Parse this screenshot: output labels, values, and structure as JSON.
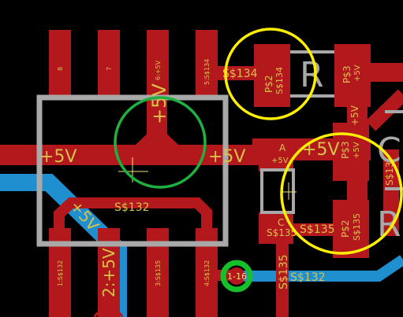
{
  "colors": {
    "background": "#000000",
    "top_copper": "#b3191c",
    "bottom_copper": "#1f8fd0",
    "silkscreen": "#a9a9a9",
    "label": "#d8c24a",
    "highlight_yellow": "#ffee00",
    "highlight_green": "#1fb040",
    "via_green": "#16c02a",
    "crosshair": "#f2e27a"
  },
  "nets": {
    "plus5v_left": "+5V",
    "plus5v_right": "+5V",
    "plus5v_vertical": "+5V",
    "plus5v_diag": "+5V",
    "plus5v_pad_a": "+5V",
    "plus5v_center_big": "+5V",
    "plus5v_bottom_vertical": "+5V",
    "s132_trace": "S$132",
    "s132_blue": "S$132",
    "s134_trace": "S$134",
    "s135_trace": "S$135",
    "s135_vertical": "S$135",
    "s135_pad_c": "S$135",
    "s135_corner": "S$13"
  },
  "ic_pads_top": [
    {
      "label": "8"
    },
    {
      "label": "7"
    },
    {
      "label": "6:+5V"
    },
    {
      "label": "5:S$134"
    }
  ],
  "ic_pads_bottom": [
    {
      "label": "1:S$132"
    },
    {
      "label": "2:+5V"
    },
    {
      "label": "3:S$135"
    },
    {
      "label": "4:S$132"
    }
  ],
  "parts": {
    "r_top": {
      "ref": "R",
      "pad1": "P$2",
      "pad1_net": "S$134",
      "pad2": "P$3",
      "pad2_net": "+5V"
    },
    "r_bottom": {
      "ref": "R",
      "pad1": "P$2",
      "pad1_net": "S$135",
      "pad2": "P$3",
      "pad2_net": "+5V"
    },
    "cap": {
      "pad_a": "A",
      "pad_c": "C"
    },
    "right_edge_glyph": "C"
  },
  "via": {
    "label": "1-16"
  }
}
